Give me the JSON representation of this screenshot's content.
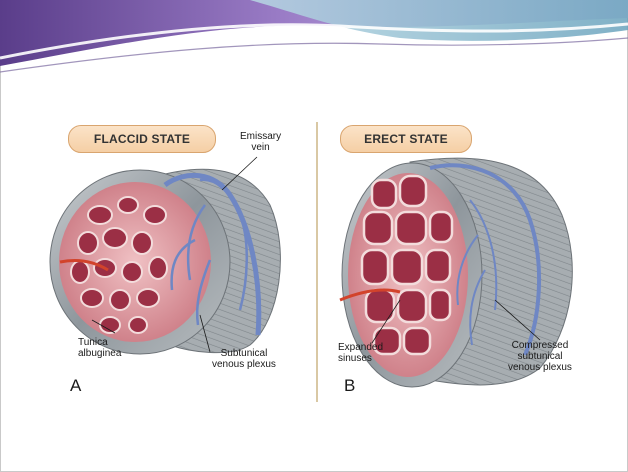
{
  "panels": [
    {
      "state_label": "FLACCID STATE",
      "letter": "A",
      "callouts": {
        "top": "Emissary\nvein",
        "bottom_left": "Tunica\nalbuginea",
        "bottom_right": "Subtunical\nvenous plexus"
      }
    },
    {
      "state_label": "ERECT STATE",
      "letter": "B",
      "callouts": {
        "bottom_left": "Expanded\nsinuses",
        "bottom_right": "Compressed\nsubtunical\nvenous plexus"
      }
    }
  ],
  "colors": {
    "header_purple": "#8d6fb8",
    "header_teal": "#7fb3c9",
    "sinus_red": "#9b2f45",
    "tissue_pink": "#e7a7ae",
    "tunica_gray": "#9aa1a6",
    "vein_blue": "#6f87c4",
    "label_fill": "#f7d7b5"
  }
}
